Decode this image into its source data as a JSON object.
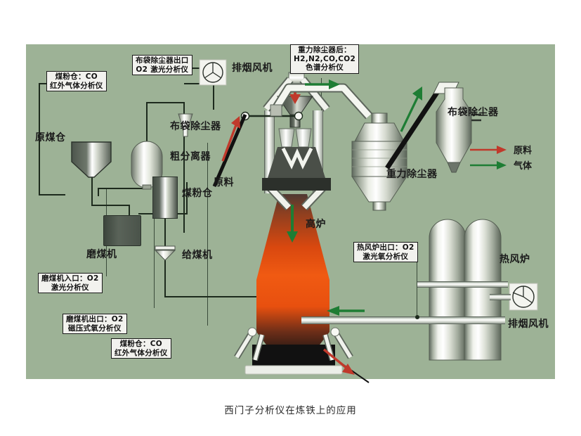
{
  "caption": "西门子分析仪在炼铁上的应用",
  "colors": {
    "background": "#9db296",
    "page": "#ffffff",
    "line": "#1d2a1d",
    "raw_material_arrow": "#c0392b",
    "gas_arrow": "#1e7d34",
    "hot_zone": "#e8500f",
    "metal_light": "#ffffff",
    "metal_dark": "#5a6258"
  },
  "legend": {
    "items": [
      {
        "label": "原料",
        "color": "#c0392b",
        "name": "raw-material"
      },
      {
        "label": "气体",
        "color": "#1e7d34",
        "name": "gas"
      }
    ]
  },
  "equipment": [
    {
      "id": "raw-coal-bin",
      "label": "原煤仓"
    },
    {
      "id": "coal-mill",
      "label": "磨煤机"
    },
    {
      "id": "coarse-separator",
      "label": "粗分离器"
    },
    {
      "id": "bag-filter-left",
      "label": "布袋除尘器"
    },
    {
      "id": "exhaust-fan-top",
      "label": "排烟风机"
    },
    {
      "id": "pulverized-coal-bin",
      "label": "煤粉仓"
    },
    {
      "id": "coal-feeder",
      "label": "给煤机"
    },
    {
      "id": "raw-material-feed",
      "label": "原料"
    },
    {
      "id": "blast-furnace",
      "label": "高炉"
    },
    {
      "id": "gravity-dust-collector",
      "label": "重力除尘器"
    },
    {
      "id": "bag-filter-right",
      "label": "布袋除尘器"
    },
    {
      "id": "hot-blast-stove",
      "label": "热风炉"
    },
    {
      "id": "exhaust-fan-bottom",
      "label": "排烟风机"
    }
  ],
  "callouts": [
    {
      "id": "bag-filter-outlet",
      "lines": [
        "布袋除尘器出口",
        "O2 激光分析仪"
      ]
    },
    {
      "id": "pulverized-coal-bin-co-top",
      "lines": [
        "煤粉仓：CO",
        "红外气体分析仪"
      ]
    },
    {
      "id": "gravity-dust-collector-after",
      "lines": [
        "重力除尘器后：",
        "H2,N2,CO,CO2",
        "色谱分析仪"
      ]
    },
    {
      "id": "coal-mill-inlet",
      "lines": [
        "磨煤机入口：O2",
        "激光分析仪"
      ]
    },
    {
      "id": "coal-mill-outlet",
      "lines": [
        "磨煤机出口：O2",
        "磁压式氧分析仪"
      ]
    },
    {
      "id": "pulverized-coal-bin-co-bottom",
      "lines": [
        "煤粉仓：CO",
        "红外气体分析仪"
      ]
    },
    {
      "id": "hot-blast-stove-outlet",
      "lines": [
        "热风炉出口：O2",
        "激光氧分析仪"
      ]
    }
  ]
}
